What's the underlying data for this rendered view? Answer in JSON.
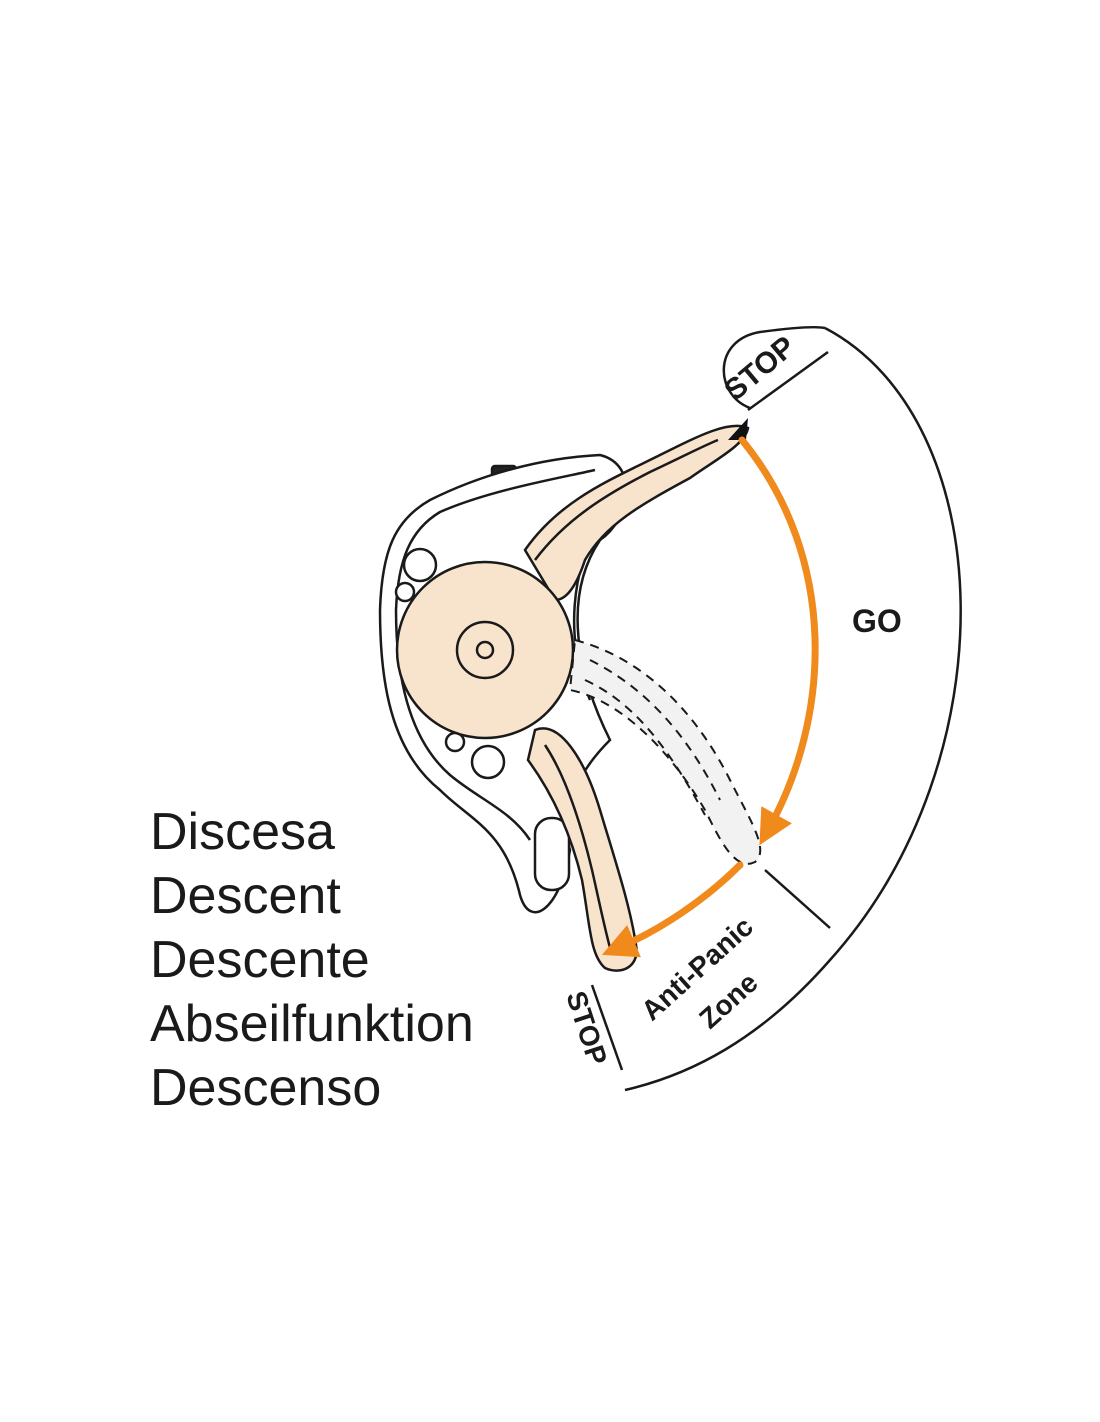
{
  "labels": {
    "stop_top": "STOP",
    "go": "GO",
    "anti_panic_line1": "Anti-Panic",
    "anti_panic_line2": "Zone",
    "stop_bottom": "STOP"
  },
  "languages": [
    "Discesa",
    "Descent",
    "Descente",
    "Abseilfunktion",
    "Descenso"
  ],
  "colors": {
    "handle_fill": "#f8e3cd",
    "arrow": "#f08a1c",
    "outline": "#1a1a1a"
  }
}
